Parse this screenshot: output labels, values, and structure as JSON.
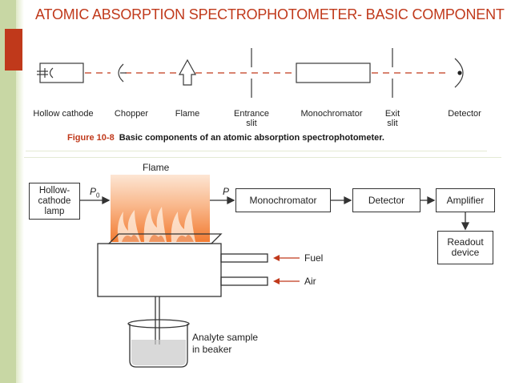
{
  "slide": {
    "title": "ATOMIC ABSORPTION SPECTROPHOTOMETER- BASIC COMPONENT"
  },
  "figure1": {
    "labels": {
      "hollow_cathode": "Hollow cathode",
      "chopper": "Chopper",
      "flame": "Flame",
      "entrance_slit": "Entrance\nslit",
      "monochromator": "Monochromator",
      "exit_slit": "Exit\nslit",
      "detector": "Detector"
    },
    "caption_number": "Figure 10-8",
    "caption_text": "Basic components of an atomic absorption spectrophotometer."
  },
  "figure2": {
    "flame_label": "Flame",
    "lamp": "Hollow-\ncathode\nlamp",
    "p0": "P",
    "p0_sub": "0",
    "p": "P",
    "monochromator": "Monochromator",
    "detector": "Detector",
    "amplifier": "Amplifier",
    "readout": "Readout\ndevice",
    "fuel": "Fuel",
    "air": "Air",
    "sample": "Analyte sample\nin beaker"
  },
  "colors": {
    "accent_red": "#c0391b",
    "side_green": "#c8d7a4",
    "flame_orange": "#f08a3c"
  }
}
